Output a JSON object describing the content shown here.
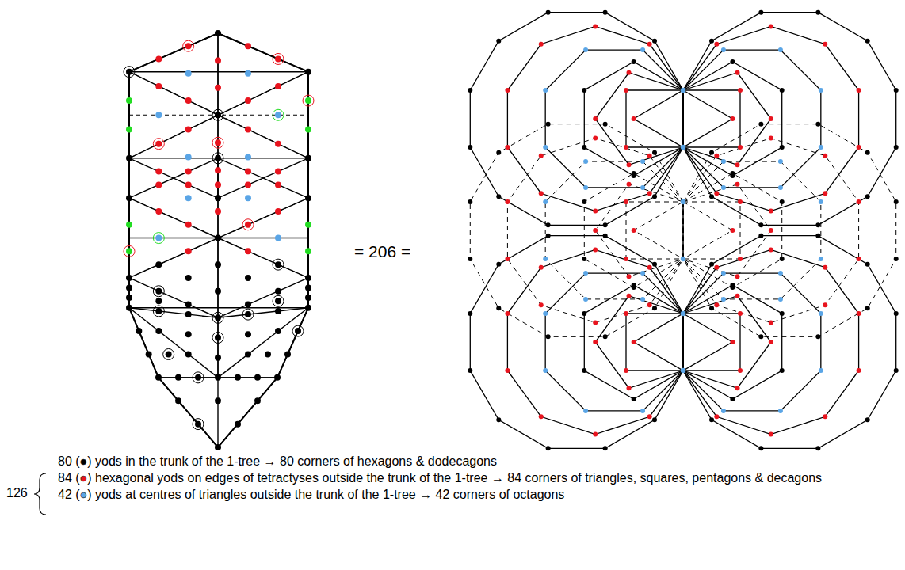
{
  "diagram": {
    "labels": [
      "= 206 =",
      "126"
    ],
    "legend": [
      {
        "text": "80 (●) yods in the trunk of the 1-tree → 80 corners of hexagons & dodecagons",
        "color": "#000000"
      },
      {
        "text": "84 (●) hexagonal yods on edges of tetractyses outside the trunk of the 1-tree → 84 corners of triangles, squares, pentagons & decagons",
        "color": "#e8141e"
      },
      {
        "text": "42 (●) yods at centres of triangles outside the trunk of the 1-tree → 42 corners of octagons",
        "color": "#5aa5e6"
      }
    ]
  }
}
